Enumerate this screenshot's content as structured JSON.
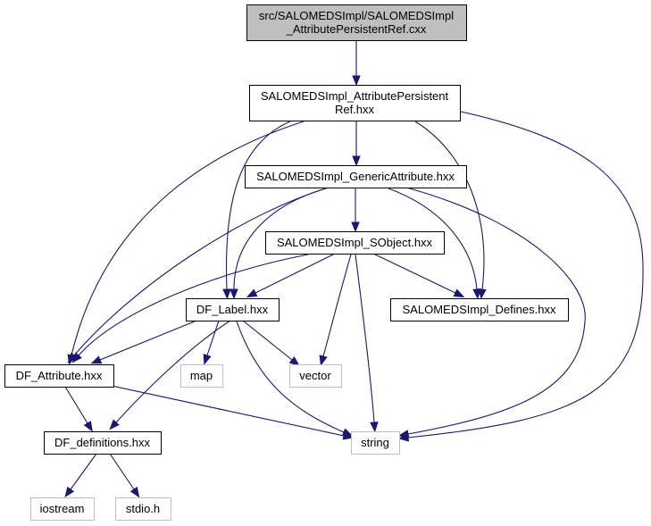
{
  "graph": {
    "type": "include-dependency-graph",
    "colors": {
      "edge": "#191970",
      "root_fill": "#bfbfbf",
      "root_border": "#000000",
      "node_fill": "#ffffff",
      "node_border": "#000000",
      "external_border": "#bfbfbf",
      "text": "#000000"
    },
    "nodes": [
      {
        "id": "root",
        "kind": "root",
        "lines": [
          "src/SALOMEDSImpl/SALOMEDSImpl",
          "_AttributePersistentRef.cxx"
        ]
      },
      {
        "id": "attrpersref_hxx",
        "kind": "file",
        "lines": [
          "SALOMEDSImpl_AttributePersistent",
          "Ref.hxx"
        ]
      },
      {
        "id": "genericattr_hxx",
        "kind": "file",
        "lines": [
          "SALOMEDSImpl_GenericAttribute.hxx"
        ]
      },
      {
        "id": "sobject_hxx",
        "kind": "file",
        "lines": [
          "SALOMEDSImpl_SObject.hxx"
        ]
      },
      {
        "id": "df_label_hxx",
        "kind": "file",
        "lines": [
          "DF_Label.hxx"
        ]
      },
      {
        "id": "defines_hxx",
        "kind": "file",
        "lines": [
          "SALOMEDSImpl_Defines.hxx"
        ]
      },
      {
        "id": "df_attribute_hxx",
        "kind": "file",
        "lines": [
          "DF_Attribute.hxx"
        ]
      },
      {
        "id": "map",
        "kind": "external",
        "lines": [
          "map"
        ]
      },
      {
        "id": "vector",
        "kind": "external",
        "lines": [
          "vector"
        ]
      },
      {
        "id": "df_definitions_hxx",
        "kind": "file",
        "lines": [
          "DF_definitions.hxx"
        ]
      },
      {
        "id": "string",
        "kind": "external",
        "lines": [
          "string"
        ]
      },
      {
        "id": "iostream",
        "kind": "external",
        "lines": [
          "iostream"
        ]
      },
      {
        "id": "stdio_h",
        "kind": "external",
        "lines": [
          "stdio.h"
        ]
      }
    ],
    "edges": [
      {
        "from": "root",
        "to": "attrpersref_hxx"
      },
      {
        "from": "attrpersref_hxx",
        "to": "genericattr_hxx"
      },
      {
        "from": "attrpersref_hxx",
        "to": "df_attribute_hxx"
      },
      {
        "from": "attrpersref_hxx",
        "to": "df_label_hxx"
      },
      {
        "from": "attrpersref_hxx",
        "to": "defines_hxx"
      },
      {
        "from": "attrpersref_hxx",
        "to": "string"
      },
      {
        "from": "genericattr_hxx",
        "to": "sobject_hxx"
      },
      {
        "from": "genericattr_hxx",
        "to": "df_attribute_hxx"
      },
      {
        "from": "genericattr_hxx",
        "to": "df_label_hxx"
      },
      {
        "from": "genericattr_hxx",
        "to": "defines_hxx"
      },
      {
        "from": "genericattr_hxx",
        "to": "string"
      },
      {
        "from": "sobject_hxx",
        "to": "df_label_hxx"
      },
      {
        "from": "sobject_hxx",
        "to": "df_attribute_hxx"
      },
      {
        "from": "sobject_hxx",
        "to": "defines_hxx"
      },
      {
        "from": "sobject_hxx",
        "to": "vector"
      },
      {
        "from": "sobject_hxx",
        "to": "string"
      },
      {
        "from": "df_label_hxx",
        "to": "df_attribute_hxx"
      },
      {
        "from": "df_label_hxx",
        "to": "map"
      },
      {
        "from": "df_label_hxx",
        "to": "vector"
      },
      {
        "from": "df_label_hxx",
        "to": "string"
      },
      {
        "from": "df_label_hxx",
        "to": "df_definitions_hxx"
      },
      {
        "from": "df_attribute_hxx",
        "to": "df_definitions_hxx"
      },
      {
        "from": "df_attribute_hxx",
        "to": "string"
      },
      {
        "from": "df_definitions_hxx",
        "to": "iostream"
      },
      {
        "from": "df_definitions_hxx",
        "to": "stdio_h"
      }
    ]
  }
}
